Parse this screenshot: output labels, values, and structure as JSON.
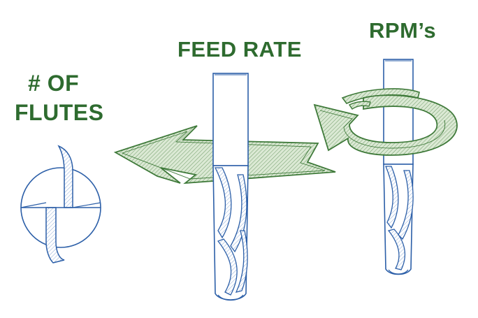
{
  "labels": {
    "flutes_line1": "# OF",
    "flutes_line2": "FLUTES",
    "feed_rate": "FEED RATE",
    "rpms": "RPM’s"
  },
  "colors": {
    "label_green": "#2e6b2f",
    "arrow_fill": "#d5e6cf",
    "arrow_stroke": "#3f7a3a",
    "tool_stroke": "#2c5fa8",
    "tool_fill": "#ffffff"
  },
  "icons": {
    "flute_cross_section": "endmill-cross-section-icon",
    "feed_arrow": "left-arrow-icon",
    "rotation_arrow": "curved-rotation-arrow-icon",
    "end_mill": "end-mill-tool-icon"
  }
}
